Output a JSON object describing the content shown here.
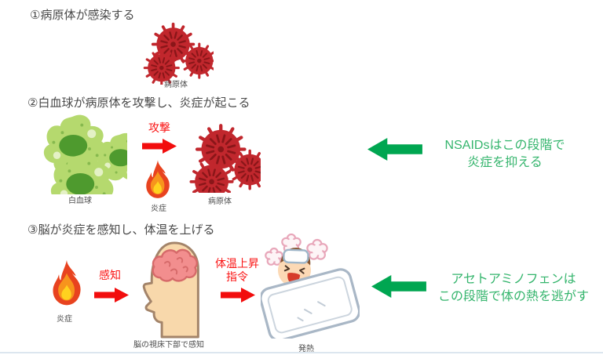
{
  "page": {
    "background_color": "#ffffff",
    "bottom_rule_color": "#dce6ef"
  },
  "colors": {
    "heading_text": "#484848",
    "caption_text": "#4d4d4d",
    "red_annotation": "#fa1414",
    "red_arrow": "#f20d0d",
    "green_arrow": "#00a651",
    "green_text": "#35b56d",
    "virus_body": "#c1272d",
    "wbc_body": "#b5d96e",
    "flame_outer": "#e8431f"
  },
  "icons": {
    "virus": "pathogen-virus-icon",
    "wbc": "white-blood-cell-icon",
    "flame": "inflammation-flame-icon",
    "head": "brain-in-head-icon",
    "fever": "fever-person-in-bed-icon",
    "arrow_right": "red-right-block-arrow",
    "arrow_left": "green-left-block-arrow"
  },
  "step1": {
    "heading": "①病原体が感染する",
    "pathogen_label": "病原体"
  },
  "step2": {
    "heading": "②白血球が病原体を攻撃し、炎症が起こる",
    "wbc_label": "白血球",
    "attack_label": "攻撃",
    "inflammation_label": "炎症",
    "pathogen_label": "病原体",
    "annotation_line1": "NSAIDsはこの段階で",
    "annotation_line2": "炎症を抑える"
  },
  "step3": {
    "heading": "③脳が炎症を感知し、体温を上げる",
    "inflammation_label": "炎症",
    "sense_label": "感知",
    "brain_caption": "脳の視床下部で感知",
    "command_line1": "体温上昇",
    "command_line2": "指令",
    "fever_label": "発熱",
    "annotation_line1": "アセトアミノフェンは",
    "annotation_line2": "この段階で体の熱を逃がす"
  }
}
